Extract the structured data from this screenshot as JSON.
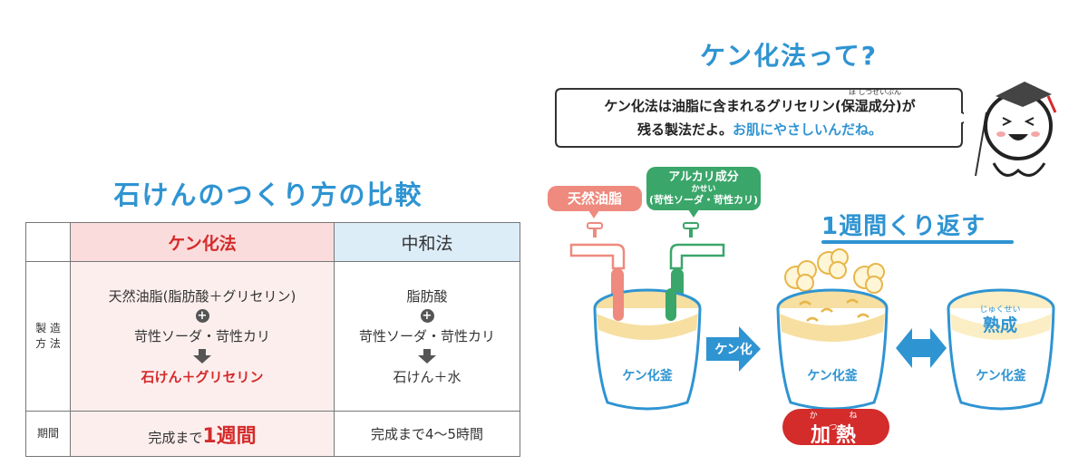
{
  "comparison": {
    "title": "石けんのつくり方の比較",
    "header_ken": "ケン化法",
    "header_chu": "中和法",
    "row_method_label_1": "製 造",
    "row_method_label_2": "方 法",
    "ken": {
      "line1": "天然油脂(脂肪酸＋グリセリン)",
      "line2": "苛性ソーダ・苛性カリ",
      "result": "石けん＋グリセリン",
      "period_prefix": "完成まで",
      "period_value": "1週間"
    },
    "chu": {
      "line1": "脂肪酸",
      "line2": "苛性ソーダ・苛性カリ",
      "result": "石けん＋水",
      "period": "完成まで4～5時間"
    },
    "row_period_label": "期間"
  },
  "explain": {
    "title": "ケン化法って?",
    "bubble_line1": "ケン化法は油脂に含まれるグリセリン(保湿成分)が",
    "bubble_ruby": "ほ しつせいぶん",
    "bubble_line2_a": "残る製法だよ。",
    "bubble_line2_b": "お肌にやさしいんだね。"
  },
  "process": {
    "tag_oil": "天然油脂",
    "tag_alkali": "アルカリ成分",
    "tag_alkali_ruby": "かせい",
    "tag_alkali_sub": "(苛性ソーダ・苛性カリ)",
    "week_title": "1週間くり返す",
    "pot1_label": "ケン化釜",
    "pot2_label": "ケン化釜",
    "pot3_label": "ケン化釜",
    "arrow_label": "ケン化",
    "heat_label": "加熱",
    "heat_ruby": "か ねつ",
    "aging_label": "熟成",
    "aging_ruby": "じゅくせい"
  },
  "colors": {
    "accent_blue": "#2f94d2",
    "accent_red": "#d42b2b",
    "oil": "#ee8a7e",
    "alkali": "#3aa66a",
    "soap": "#f6dfa0"
  }
}
